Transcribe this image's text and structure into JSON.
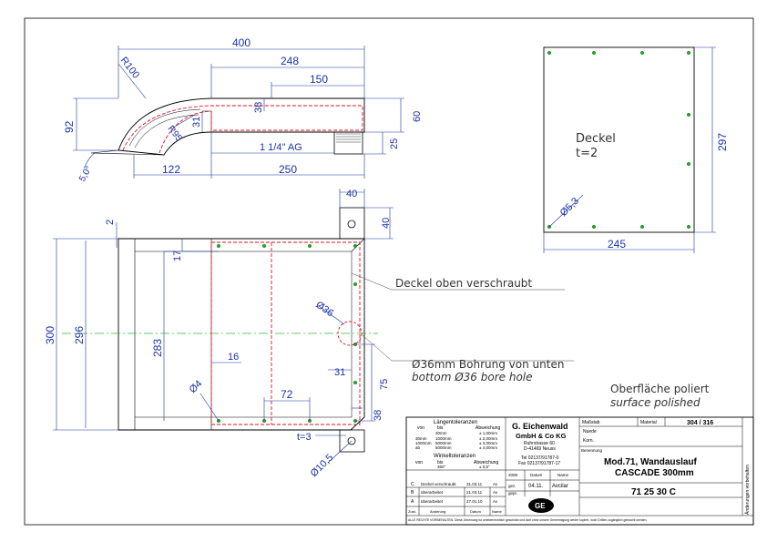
{
  "side_view": {
    "dims": [
      "400",
      "248",
      "150",
      "R100",
      "92",
      "38",
      "31",
      "R95",
      "60",
      "1 1/4\" AG",
      "25",
      "122",
      "250",
      "5,0°"
    ]
  },
  "plan_view": {
    "dims": [
      "40",
      "40",
      "2",
      "17",
      "300",
      "296",
      "283",
      "16",
      "Ø4",
      "72",
      "31",
      "75",
      "38",
      "t=3",
      "Ø10,5",
      "Ø36"
    ],
    "callout_cover": "Deckel oben verschraubt",
    "callout_bore_de": "Ø36mm Bohrung von unten",
    "callout_bore_en": "bottom Ø36 bore hole"
  },
  "lid_view": {
    "label": "Deckel",
    "thickness": "t=2",
    "dims": [
      "297",
      "245",
      "Ø5,3"
    ]
  },
  "surface_note": {
    "de": "Oberfläche poliert",
    "en": "surface polished"
  },
  "title_block": {
    "tolerance_header": "Längentoleranzen",
    "tol_col_from": "von",
    "tol_col_to": "bis",
    "tol_col_dev": "Abweichung",
    "tol_rows": [
      [
        "",
        "30mm",
        "± 1,00mm"
      ],
      [
        "30mm",
        "1000mm",
        "± 2,00mm"
      ],
      [
        "1000mm",
        "5000mm",
        "± 3,00mm"
      ],
      [
        "ab",
        "5000mm",
        "± 4,00mm"
      ]
    ],
    "angle_header": "Winkeltoleranzen",
    "angle_cols": [
      "von",
      "bis",
      "Abweichung"
    ],
    "angle_row": [
      "",
      "360°",
      "± 0,5°"
    ],
    "company": "G. Eichenwald",
    "company2": "GmbH & Co KG",
    "street": "Ruhrstrasse 60",
    "city": "D-41469 Neuss",
    "tel": "Tel 02137/91787-0",
    "fax": "Fax 02137/91787-17",
    "revisions": [
      {
        "idx": "C",
        "text": "Deckel verschraubt",
        "date": "31.03.11",
        "by": "Av"
      },
      {
        "idx": "B",
        "text": "überarbeitet",
        "date": "21.03.11",
        "by": "Av"
      },
      {
        "idx": "A",
        "text": "überarbeitet",
        "date": "27.01.10",
        "by": "Av"
      }
    ],
    "rev_cols": [
      "Zust.",
      "Änderung",
      "Datum",
      "Name"
    ],
    "sign_rows": [
      {
        "role": "2008",
        "col2": "Datum",
        "col3": "Name"
      },
      {
        "role": "gez.",
        "col2": "04.11.",
        "col3": "Avcilar"
      },
      {
        "role": "gepr.",
        "col2": "",
        "col3": ""
      }
    ],
    "scale_label": "Maßstab",
    "material_label": "Material",
    "material_value": "304 / 316",
    "nuede_label": "Nuede",
    "korn_label": "Korn.",
    "bezeichnung_label": "Benennung",
    "title1": "Mod.71, Wandauslauf",
    "title2": "CASCADE 300mm",
    "drawing_number": "71 25 30 C",
    "logo": "GE",
    "side_note": "Änderungen vorbehalten",
    "footer": "ALLE RECHTE VORBEHALTEN. Diese Zeichnung ist urheberrechtlich geschützt und darf ohne unsere Genehmigung weder kopiert, noch Dritten zugänglich gemacht werden."
  }
}
